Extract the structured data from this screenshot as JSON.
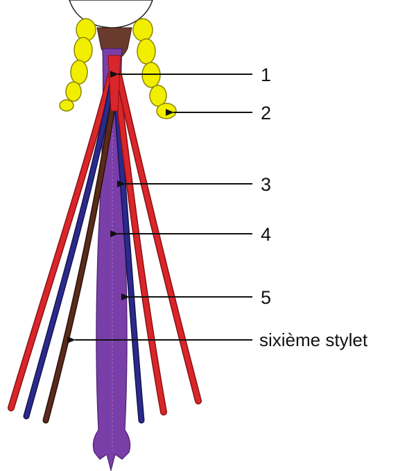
{
  "diagram": {
    "labels": [
      {
        "id": "1",
        "text": "1"
      },
      {
        "id": "2",
        "text": "2"
      },
      {
        "id": "3",
        "text": "3"
      },
      {
        "id": "4",
        "text": "4"
      },
      {
        "id": "5",
        "text": "5"
      },
      {
        "id": "6",
        "text": "sixième stylet"
      }
    ]
  },
  "colors": {
    "background": "#ffffff",
    "labrum": "#6b3a2e",
    "palp": "#f2ee00",
    "palp_outline": "#8a8500",
    "mandible_stylet": "#d9262a",
    "maxilla_stylet": "#2b2a8c",
    "hypopharynx_stylet": "#5a2a1a",
    "labium": "#7a3ea8",
    "arrow": "#111111"
  }
}
